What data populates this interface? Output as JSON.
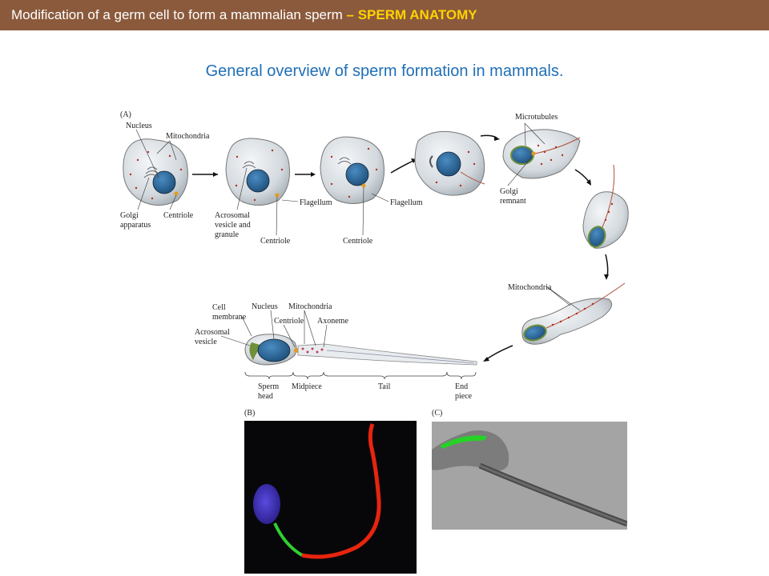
{
  "header": {
    "title": "Modification of a germ cell to form a mammalian sperm",
    "separator": " – ",
    "highlight": "SPERM ANATOMY"
  },
  "subtitle": "General overview of sperm formation in mammals.",
  "diagram": {
    "panel_a": "(A)",
    "panel_b": "(B)",
    "panel_c": "(C)",
    "labels": {
      "nucleus": "Nucleus",
      "mitochondria": "Mitochondria",
      "golgi_1": "Golgi",
      "golgi_2": "apparatus",
      "centriole": "Centriole",
      "acrosomal_1": "Acrosomal",
      "acrosomal_2": "vesicle and",
      "acrosomal_3": "granule",
      "centriole_2": "Centriole",
      "flagellum": "Flagellum",
      "centriole_3": "Centriole",
      "flagellum_2": "Flagellum",
      "microtubules": "Microtubules",
      "golgi_remnant_1": "Golgi",
      "golgi_remnant_2": "remnant",
      "mitochondria_2": "Mitochondria",
      "cell_membrane_1": "Cell",
      "cell_membrane_2": "membrane",
      "nucleus_2": "Nucleus",
      "mitochondria_3": "Mitochondria",
      "centriole_4": "Centriole",
      "axoneme": "Axoneme",
      "acrosomal_vesicle_1": "Acrosomal",
      "acrosomal_vesicle_2": "vesicle",
      "sperm_head_1": "Sperm",
      "sperm_head_2": "head",
      "midpiece": "Midpiece",
      "tail": "Tail",
      "end_piece_1": "End",
      "end_piece_2": "piece"
    }
  },
  "colors": {
    "header_bg": "#8b5a3c",
    "highlight": "#ffd200",
    "subtitle": "#1f6fb5",
    "nucleus": "#2f6f9f",
    "cell": "#d7dde2",
    "acrosome": "#6f8f3a"
  }
}
